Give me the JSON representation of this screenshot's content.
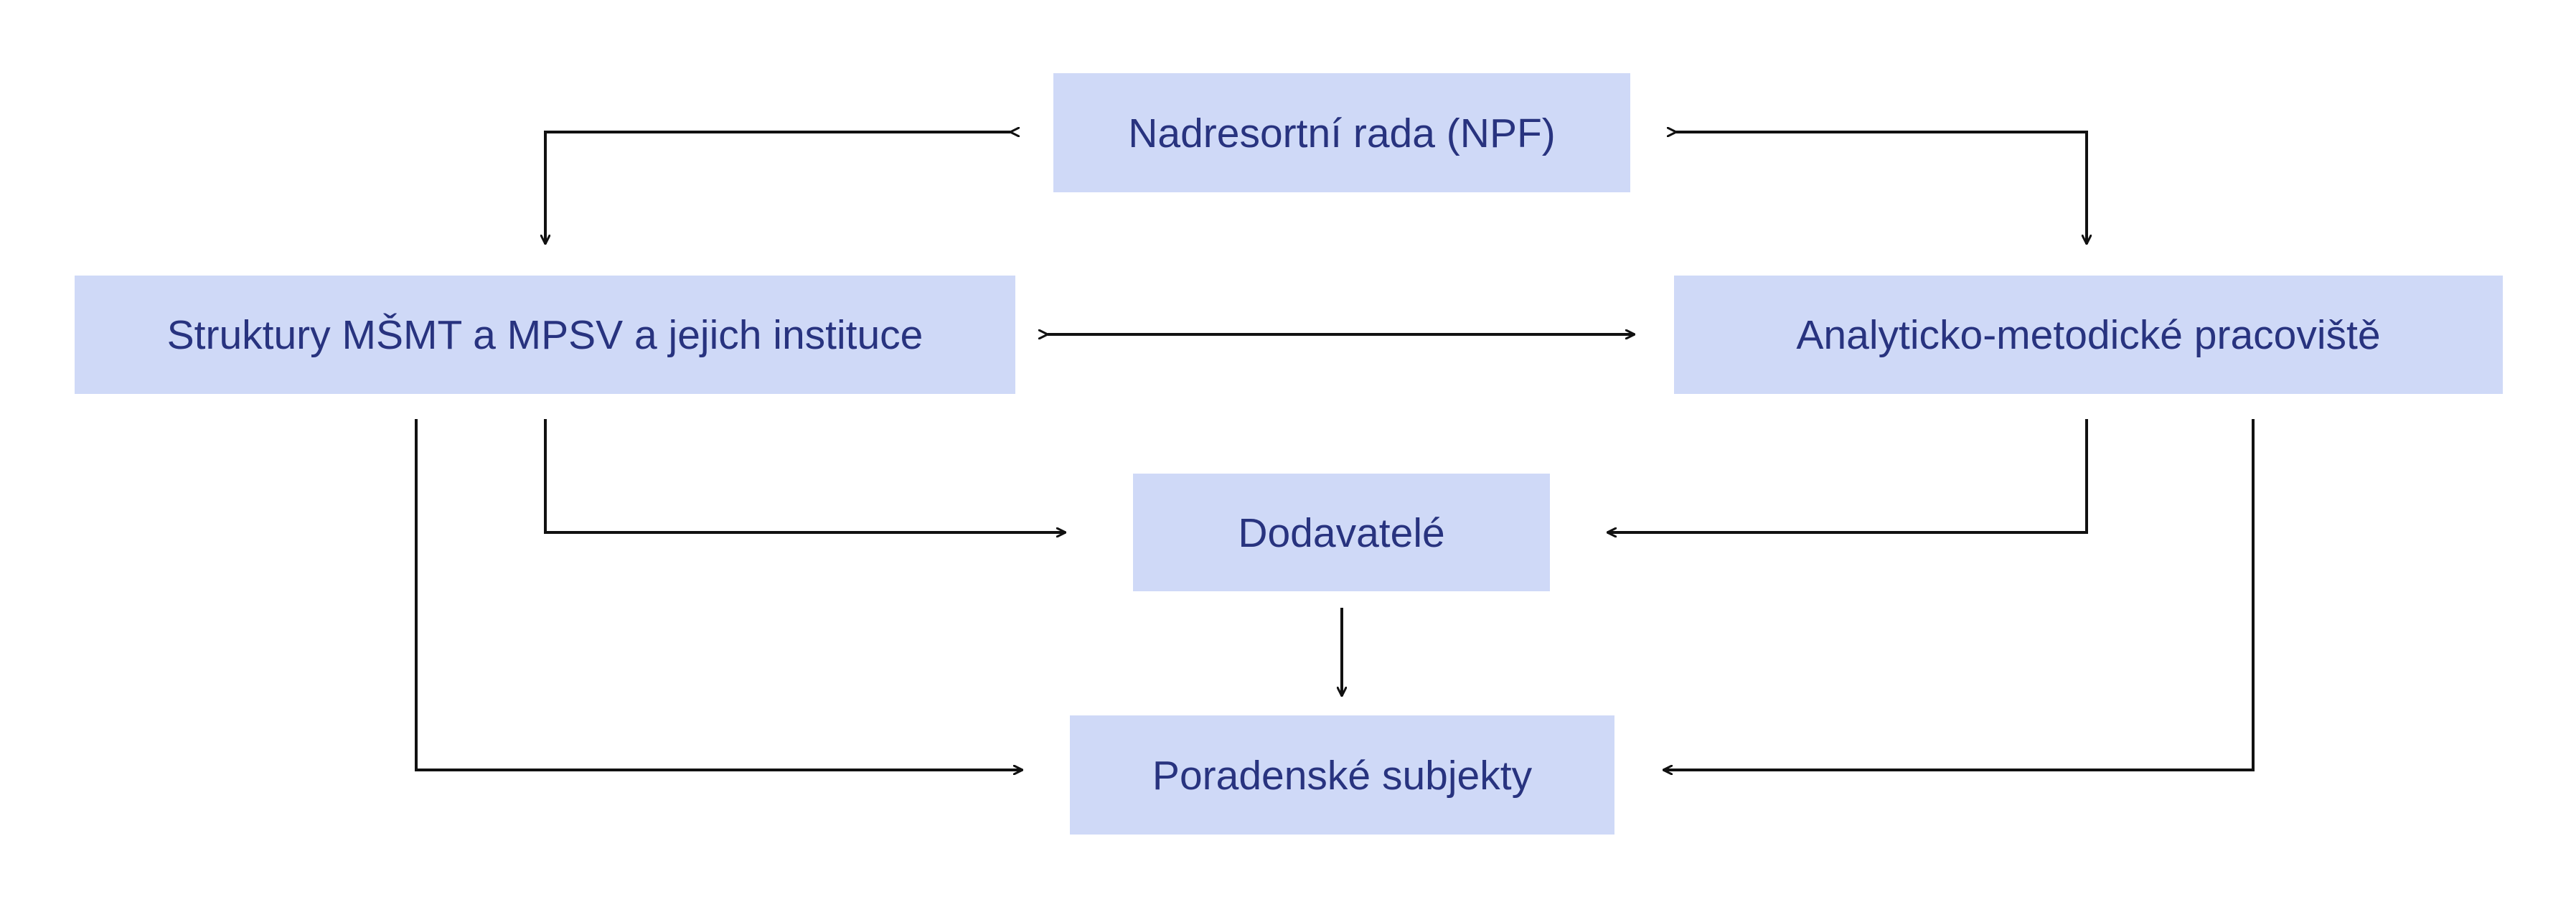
{
  "diagram": {
    "nodes": {
      "top": "Nadresortní rada (NPF)",
      "left": "Struktury MŠMT a MPSV a jejich instituce",
      "right": "Analyticko-metodické pracoviště",
      "middle": "Dodavatelé",
      "bottom": "Poradenské subjekty"
    },
    "edges": [
      {
        "from": "top",
        "to": "left",
        "direction": "both"
      },
      {
        "from": "top",
        "to": "right",
        "direction": "both"
      },
      {
        "from": "left",
        "to": "right",
        "direction": "both"
      },
      {
        "from": "left",
        "to": "middle",
        "direction": "forward"
      },
      {
        "from": "right",
        "to": "middle",
        "direction": "forward"
      },
      {
        "from": "middle",
        "to": "bottom",
        "direction": "forward"
      },
      {
        "from": "left",
        "to": "bottom",
        "direction": "forward"
      },
      {
        "from": "right",
        "to": "bottom",
        "direction": "forward"
      }
    ],
    "colors": {
      "node_fill": "#cfd9f7",
      "node_text": "#28337f",
      "connector": "#111111",
      "background": "#ffffff"
    }
  }
}
